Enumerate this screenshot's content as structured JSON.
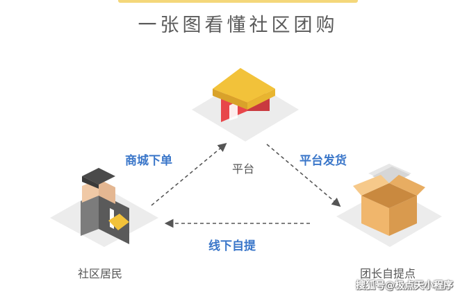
{
  "title": "一张图看懂社区团购",
  "nodes": {
    "platform": "平台",
    "resident": "社区居民",
    "leader_pickup": "团长自提点"
  },
  "flows": {
    "mall_order": "商城下单",
    "platform_ship": "平台发货",
    "offline_pickup": "线下自提"
  },
  "watermark": "搜狐号@极点天小程序",
  "colors": {
    "title": "#5b5b5b",
    "accent_blue": "#3a76c9",
    "house_roof": "#f2c23a",
    "house_wall": "#e8464a",
    "box": "#f0b66c"
  }
}
